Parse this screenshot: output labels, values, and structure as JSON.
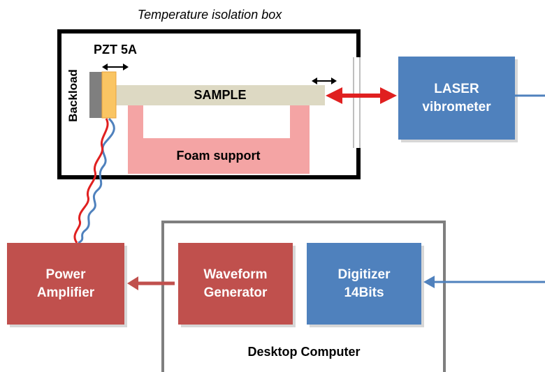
{
  "box_title": "Temperature isolation box",
  "pzt_label": "PZT 5A",
  "backload_label": "Backload",
  "sample_label": "SAMPLE",
  "foam_label": "Foam support",
  "laser": {
    "line1": "LASER",
    "line2": "vibrometer"
  },
  "power_amp": {
    "line1": "Power",
    "line2": "Amplifier"
  },
  "waveform": {
    "line1": "Waveform",
    "line2": "Generator"
  },
  "digitizer": {
    "line1": "Digitizer",
    "line2": "14Bits"
  },
  "computer_label": "Desktop Computer",
  "colors": {
    "blue_block": "#4f81bd",
    "red_block": "#c0504d",
    "sample": "#ddd9c3",
    "foam": "#f4a4a4",
    "pzt": "#fac563",
    "backload": "#7f7f7f",
    "laser_beam": "#e02020",
    "frame_gray": "#7f7f7f"
  }
}
